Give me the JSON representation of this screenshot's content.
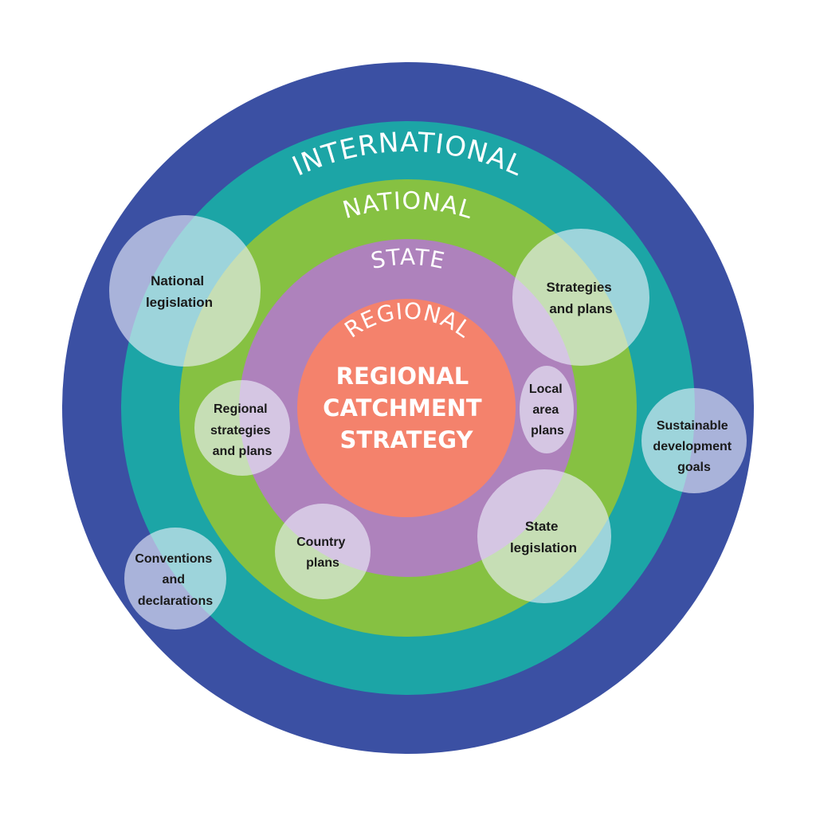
{
  "diagram": {
    "colors": {
      "international": "#3B50A3",
      "national": "#1CA5A6",
      "state": "#86C142",
      "regional": "#AE82BC",
      "center": "#F4826C",
      "bubble": "#EEF0FB"
    },
    "rings": {
      "international": "INTERNATIONAL",
      "national": "NATIONAL",
      "state": "STATE",
      "regional": "REGIONAL"
    },
    "center": {
      "line1": "REGIONAL",
      "line2": "CATCHMENT",
      "line3": "STRATEGY"
    },
    "bubbles": {
      "national_legislation": [
        "National",
        "legislation"
      ],
      "strategies_and_plans": [
        "Strategies",
        "and plans"
      ],
      "local_area_plans": [
        "Local",
        "area",
        "plans"
      ],
      "sustainable_development_goals": [
        "Sustainable",
        "development",
        "goals"
      ],
      "regional_strategies_and_plans": [
        "Regional",
        "strategies",
        "and plans"
      ],
      "country_plans": [
        "Country",
        "plans"
      ],
      "state_legislation": [
        "State",
        "legislation"
      ],
      "conventions_and_declarations": [
        "Conventions",
        "and",
        "declarations"
      ]
    }
  }
}
